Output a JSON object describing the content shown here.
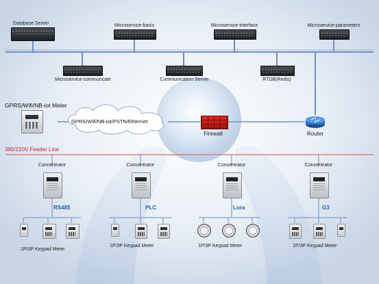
{
  "servers_top": [
    {
      "label": "Database Server"
    },
    {
      "label": "Microservice-basis"
    },
    {
      "label": "Microservice-interface"
    },
    {
      "label": "Microservice-parameters"
    }
  ],
  "servers_bottom": [
    {
      "label": "Microservice-communcate"
    },
    {
      "label": "Cummunication Server"
    },
    {
      "label": "RTDB(Redis)"
    }
  ],
  "wan": {
    "meter_title": "GPRS/Wifi/NB-iot  Meter",
    "cloud_label": "GPRS/Wifi/NB-iot/PSTN/Ethernet",
    "firewall_label": "Firewall",
    "router_label": "Router"
  },
  "feeder_line_label": "380/220V Feeder Line",
  "concentrators": [
    {
      "label": "Concentrator",
      "protocol": "RS485",
      "meters_label": "1P/3P   Keypad Meter"
    },
    {
      "label": "Concentrator",
      "protocol": "PLC",
      "meters_label": "1P/3P   Keypad Meter"
    },
    {
      "label": "Concentrator",
      "protocol": "Lora",
      "meters_label": "1P/3P   Keypad Meter"
    },
    {
      "label": "Concentrator",
      "protocol": "G3",
      "meters_label": "1P/3P   Keypad Meter"
    }
  ],
  "colors": {
    "bus_line": "#6f8fc4",
    "feeder_line": "#e08080",
    "feeder_label": "#c62828",
    "protocol_label": "#1f5fb0"
  }
}
